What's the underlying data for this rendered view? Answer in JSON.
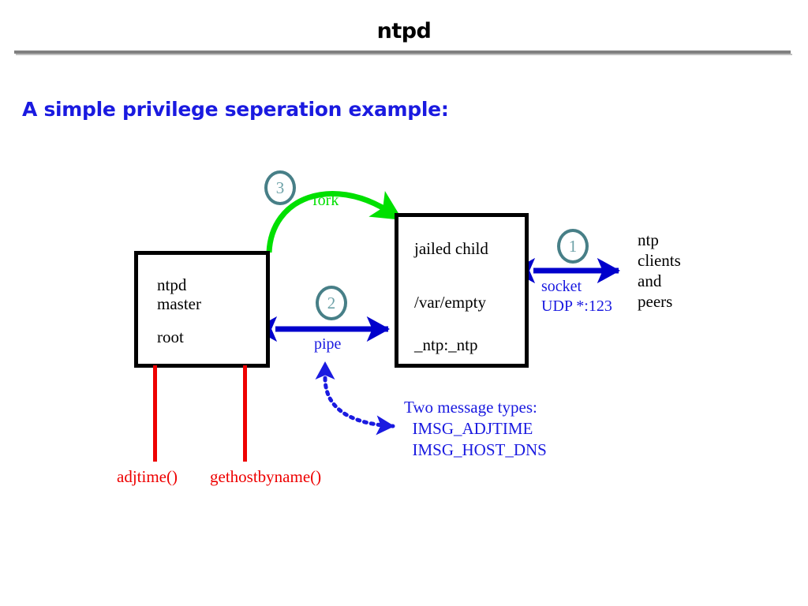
{
  "slide": {
    "title": "ntpd",
    "subtitle": "A simple privilege seperation example:"
  },
  "colors": {
    "title_text": "#000000",
    "rule": "#808080",
    "subtitle_text": "#1a1ae0",
    "box_border": "#000000",
    "box_text": "#000000",
    "callout_circle": "#477f87",
    "callout_number": "#6ea2a8",
    "fork_arrow": "#00e000",
    "ipc_arrow": "#0000cc",
    "syscall_line": "#ee0000",
    "annotation_text": "#1a1ae0"
  },
  "boxes": {
    "master": {
      "name": "ntpd master process",
      "lines": [
        "ntpd",
        "master",
        "root"
      ]
    },
    "child": {
      "name": "jailed child process",
      "lines": [
        "jailed child",
        "/var/empty",
        "_ntp:_ntp"
      ]
    }
  },
  "callouts": [
    {
      "number": "1",
      "refers_to": "socket"
    },
    {
      "number": "2",
      "refers_to": "pipe"
    },
    {
      "number": "3",
      "refers_to": "fork"
    }
  ],
  "edges": {
    "fork": {
      "label": "fork",
      "style": "curved-solid-arrow",
      "direction": "master-to-child"
    },
    "pipe": {
      "label": "pipe",
      "style": "double-headed-arrow",
      "direction": "bidirectional"
    },
    "socket": {
      "label_line1": "socket",
      "label_line2": "UDP *:123",
      "style": "double-headed-arrow",
      "direction": "bidirectional"
    },
    "message_pointer": {
      "style": "curved-dotted-double-arrow"
    }
  },
  "external": {
    "peers": "ntp\nclients\nand\npeers"
  },
  "annotations": {
    "message_types": "Two message types:\n  IMSG_ADJTIME\n  IMSG_HOST_DNS"
  },
  "syscalls": [
    {
      "label": "adjtime()"
    },
    {
      "label": "gethostbyname()"
    }
  ]
}
